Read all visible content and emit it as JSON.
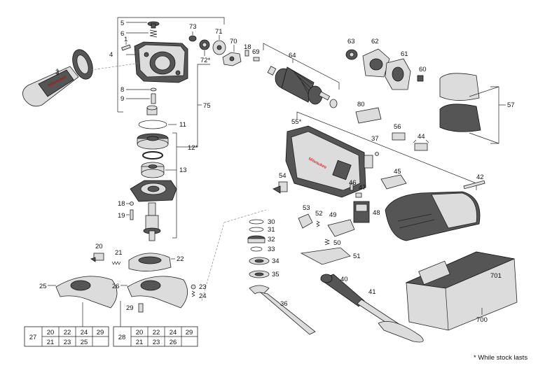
{
  "labels": {
    "p5": "5",
    "p6": "6",
    "p1": "1",
    "p4": "4",
    "p3": "3",
    "p8": "8",
    "p9": "9",
    "p11": "11",
    "p12": "12*",
    "p13": "13",
    "p18a": "18",
    "p19": "19",
    "p20": "20",
    "p21": "21",
    "p22": "22",
    "p23": "23",
    "p24": "24",
    "p25": "25",
    "p26": "26",
    "p29": "29",
    "p73": "73",
    "p71": "71",
    "p72": "72*",
    "p70": "70",
    "p18b": "18",
    "p69": "69",
    "p64": "64",
    "p75": "75",
    "p63": "63",
    "p62": "62",
    "p61": "61",
    "p60": "60",
    "p57": "57",
    "p80": "80",
    "p55": "55*",
    "p56": "56",
    "p44": "44",
    "p37": "37",
    "p45": "45",
    "p42": "42",
    "p54": "54",
    "p46": "46",
    "p47": "47",
    "p48": "48",
    "p53": "53",
    "p52": "52",
    "p49": "49",
    "p50": "50",
    "p51": "51",
    "p30": "30",
    "p31": "31",
    "p32": "32",
    "p33": "33",
    "p34": "34",
    "p35": "35",
    "p36": "36",
    "p40": "40",
    "p41": "41",
    "p701": "701",
    "p700": "700"
  },
  "table27": {
    "label": "27",
    "row1": [
      "20",
      "22",
      "24",
      "29"
    ],
    "row2": [
      "21",
      "23",
      "25",
      ""
    ]
  },
  "table28": {
    "label": "28",
    "row1": [
      "20",
      "22",
      "24",
      "29"
    ],
    "row2": [
      "21",
      "23",
      "26",
      ""
    ]
  },
  "footnote": "* While stock lasts"
}
